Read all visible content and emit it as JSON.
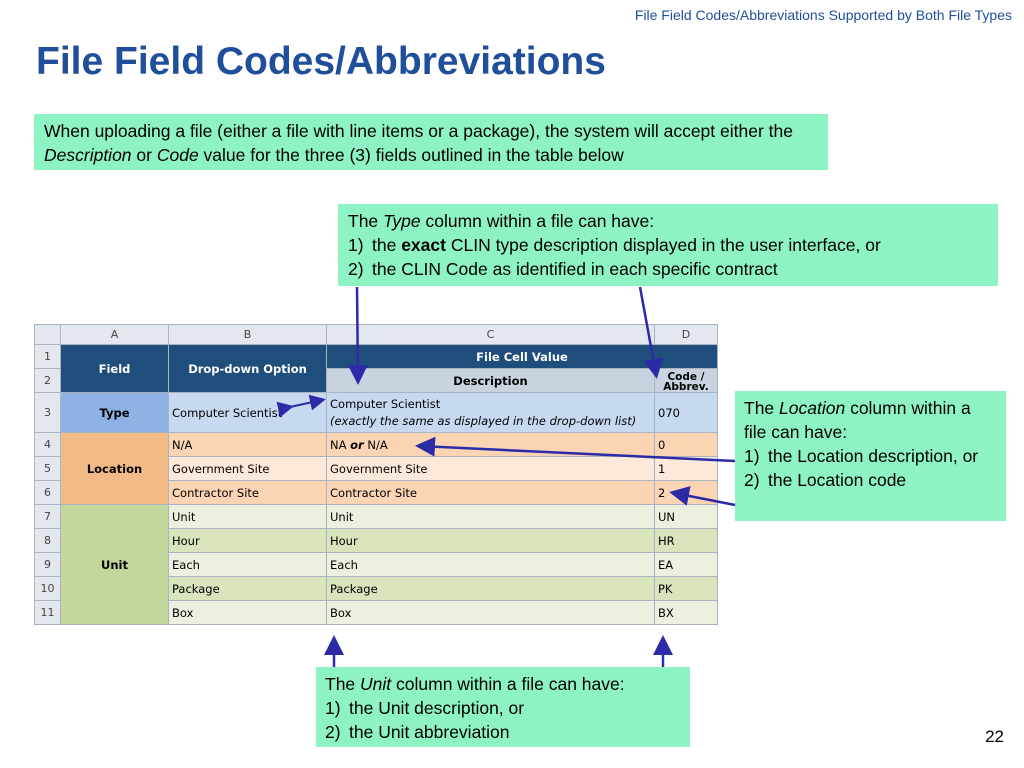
{
  "header": {
    "top_right": "File Field Codes/Abbreviations Supported by Both File Types",
    "title": "File Field Codes/Abbreviations",
    "page_number": "22"
  },
  "intro_note": {
    "text1": "When uploading a file (either a file with line items or a package), the system will accept either the ",
    "em1": "Description",
    "text2": " or ",
    "em2": "Code",
    "text3": " value for the three (3) fields outlined in the table below"
  },
  "type_note": {
    "pre": "The ",
    "em": "Type",
    "post": " column within a file can have:",
    "item1_num": "1)",
    "item1_pre": "the ",
    "item1_bold": "exact",
    "item1_post": " CLIN type description displayed in the user interface,  or",
    "item2_num": "2)",
    "item2": "the CLIN Code as identified in each specific contract"
  },
  "location_note": {
    "pre": "The ",
    "em": "Location",
    "post": " column within a file can have:",
    "item1_num": "1)",
    "item1": "the Location description, or",
    "item2_num": "2)",
    "item2": "the Location code"
  },
  "unit_note": {
    "pre": "The ",
    "em": "Unit",
    "post": " column within a file can have:",
    "item1_num": "1)",
    "item1": "the Unit description, or",
    "item2_num": "2)",
    "item2": "the Unit abbreviation"
  },
  "sheet": {
    "columns": [
      "A",
      "B",
      "C",
      "D"
    ],
    "row_numbers": [
      "1",
      "2",
      "3",
      "4",
      "5",
      "6",
      "7",
      "8",
      "9",
      "10",
      "11"
    ],
    "h_field": "Field",
    "h_dropdown": "Drop-down Option",
    "h_file_cell": "File Cell Value",
    "h_description": "Description",
    "h_code": "Code / Abbrev.",
    "type": {
      "label": "Type",
      "option": "Computer Scientist",
      "desc_line1": "Computer Scientist",
      "desc_line2": "(exactly the same as displayed in the drop-down list)",
      "code": "070"
    },
    "location": {
      "label": "Location",
      "rows": [
        {
          "option": "N/A",
          "desc_pre": "NA ",
          "desc_or": "or",
          "desc_post": " N/A",
          "code": "0"
        },
        {
          "option": "Government Site",
          "desc": "Government Site",
          "code": "1"
        },
        {
          "option": "Contractor Site",
          "desc": "Contractor Site",
          "code": "2"
        }
      ]
    },
    "unit": {
      "label": "Unit",
      "rows": [
        {
          "option": "Unit",
          "desc": "Unit",
          "code": "UN"
        },
        {
          "option": "Hour",
          "desc": "Hour",
          "code": "HR"
        },
        {
          "option": "Each",
          "desc": "Each",
          "code": "EA"
        },
        {
          "option": "Package",
          "desc": "Package",
          "code": "PK"
        },
        {
          "option": "Box",
          "desc": "Box",
          "code": "BX"
        }
      ]
    }
  },
  "colors": {
    "title_blue": "#1f4e9a",
    "note_green": "#8ef3c2",
    "header_navy": "#1f4e7d",
    "arrow": "#2b2ba8"
  }
}
